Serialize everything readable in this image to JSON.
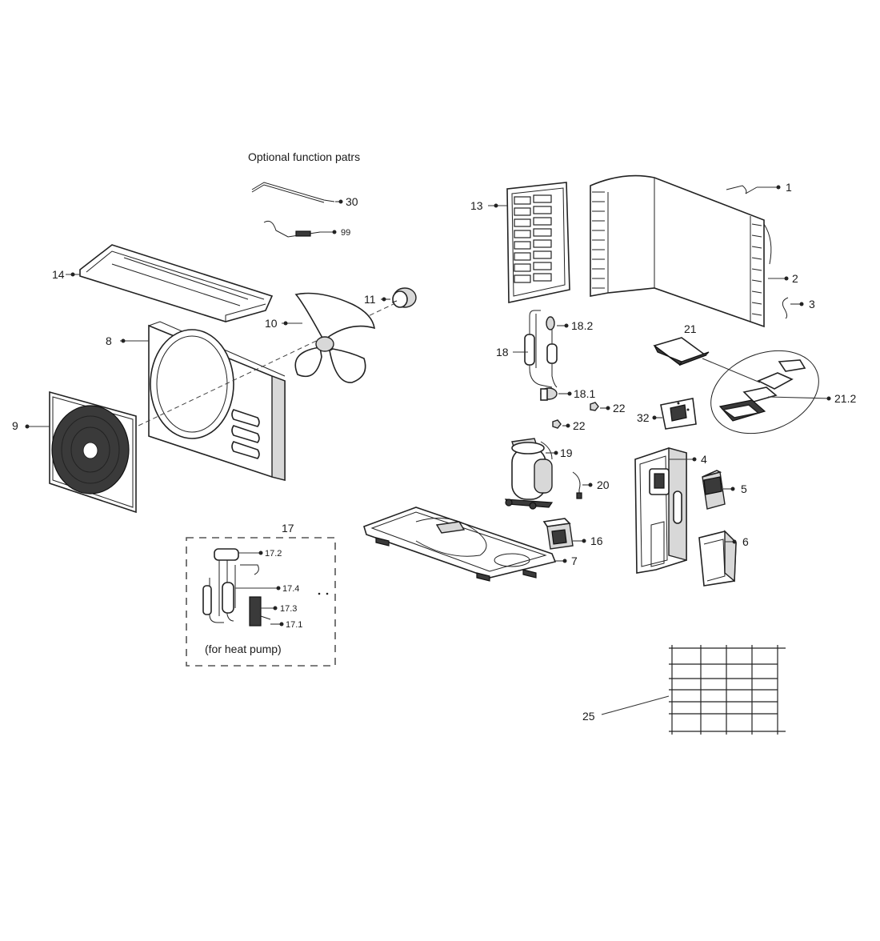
{
  "header": {
    "optional_title": "Optional function patrs"
  },
  "callouts": {
    "p1": "1",
    "p2": "2",
    "p3": "3",
    "p4": "4",
    "p5": "5",
    "p6": "6",
    "p7": "7",
    "p8": "8",
    "p9": "9",
    "p10": "10",
    "p11": "11",
    "p13": "13",
    "p14": "14",
    "p16": "16",
    "p17": "17",
    "p17_1": "17.1",
    "p17_2": "17.2",
    "p17_3": "17.3",
    "p17_4": "17.4",
    "p18": "18",
    "p18_1": "18.1",
    "p18_2": "18.2",
    "p19": "19",
    "p20": "20",
    "p21": "21",
    "p21_2": "21.2",
    "p22a": "22",
    "p22b": "22",
    "p25": "25",
    "p30": "30",
    "p32": "32",
    "p99": "99"
  },
  "heat_pump_box": {
    "caption": "(for heat pump)"
  },
  "colors": {
    "line": "#222222",
    "fill_gray": "#d8d8d8",
    "background": "#ffffff"
  }
}
